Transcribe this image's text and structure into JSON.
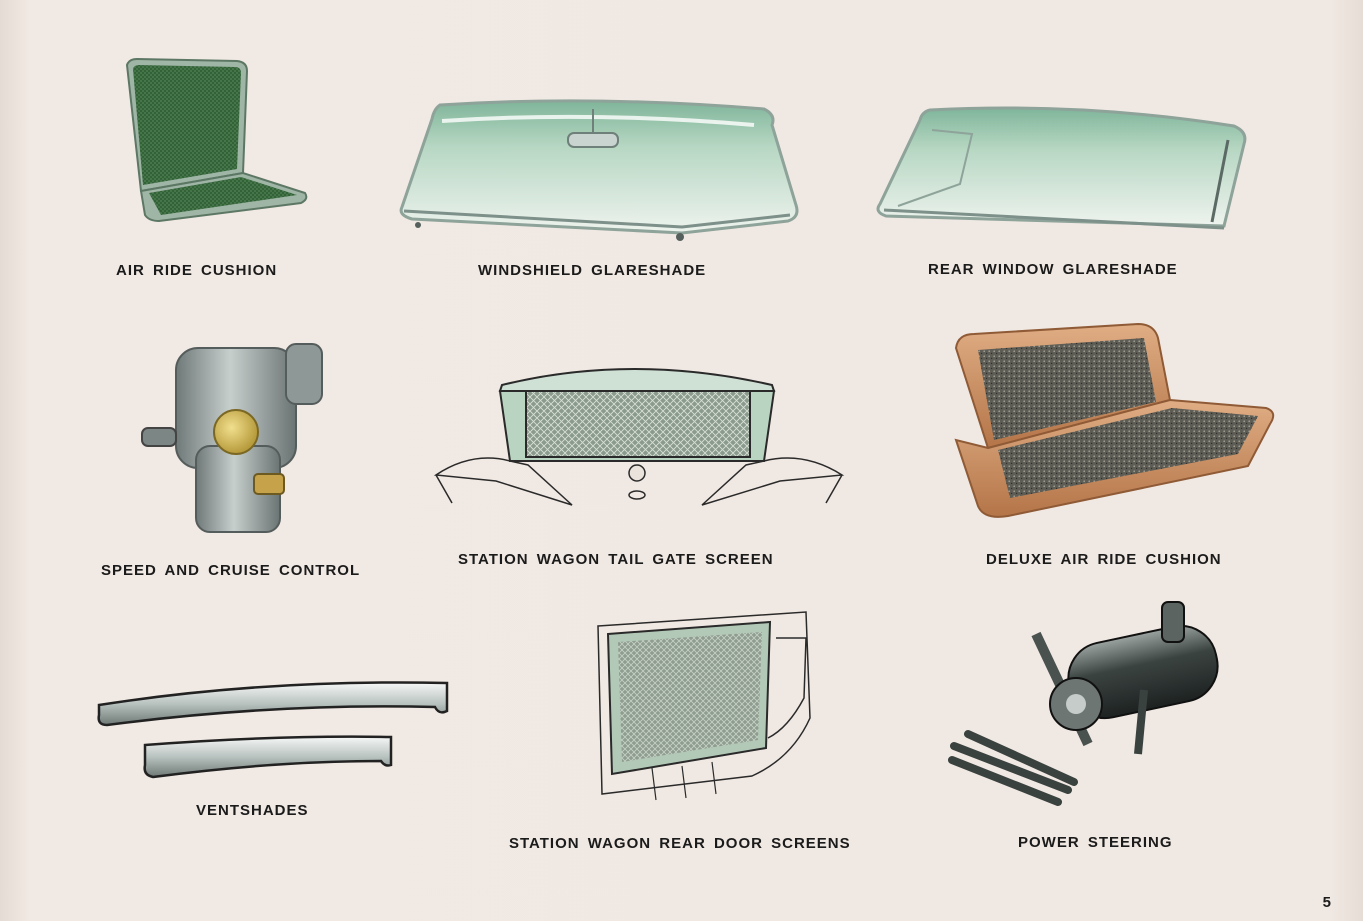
{
  "items": [
    {
      "id": "air-ride-cushion",
      "caption": "AIR RIDE CUSHION"
    },
    {
      "id": "windshield-glareshade",
      "caption": "WINDSHIELD GLARESHADE"
    },
    {
      "id": "rear-window-glareshade",
      "caption": "REAR WINDOW GLARESHADE"
    },
    {
      "id": "speed-and-cruise-control",
      "caption": "SPEED AND CRUISE CONTROL"
    },
    {
      "id": "station-wagon-tail-gate-screen",
      "caption": "STATION WAGON TAIL GATE SCREEN"
    },
    {
      "id": "deluxe-air-ride-cushion",
      "caption": "DELUXE AIR RIDE CUSHION"
    },
    {
      "id": "ventshades",
      "caption": "VENTSHADES"
    },
    {
      "id": "station-wagon-rear-door-screens",
      "caption": "STATION WAGON REAR DOOR SCREENS"
    },
    {
      "id": "power-steering",
      "caption": "POWER STEERING"
    }
  ],
  "page_number": "5",
  "colors": {
    "paper": "#efe6e0",
    "green_cushion": "#2f5e35",
    "glass_green": "#a9cdb8",
    "chrome": "#c9d3cf",
    "tan_cushion": "#c98f62",
    "gray_metal": "#9da6a5",
    "caption_text": "#1b1b1b"
  }
}
